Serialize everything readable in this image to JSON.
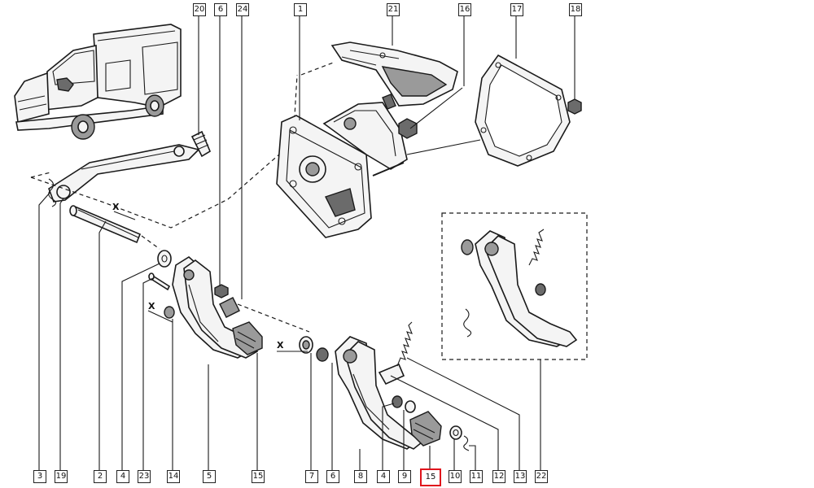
{
  "callouts": {
    "c20": "20",
    "c6a": "6",
    "c24": "24",
    "c1": "1",
    "c21": "21",
    "c16": "16",
    "c17": "17",
    "c18": "18",
    "b3": "3",
    "b19": "19",
    "b2": "2",
    "b4a": "4",
    "b23": "23",
    "b14": "14",
    "b5": "5",
    "b15a": "15",
    "b7": "7",
    "b6b": "6",
    "b8": "8",
    "b4b": "4",
    "b9": "9",
    "b15b": "15",
    "b10": "10",
    "b11": "11",
    "b12": "12",
    "b13": "13",
    "b22": "22"
  },
  "highlighted_callout": "15",
  "dimension_marks": {
    "x1": "X",
    "x2": "X",
    "x3": "X"
  },
  "colors": {
    "highlight": "#e0141c",
    "line": "#1a1a1a"
  }
}
